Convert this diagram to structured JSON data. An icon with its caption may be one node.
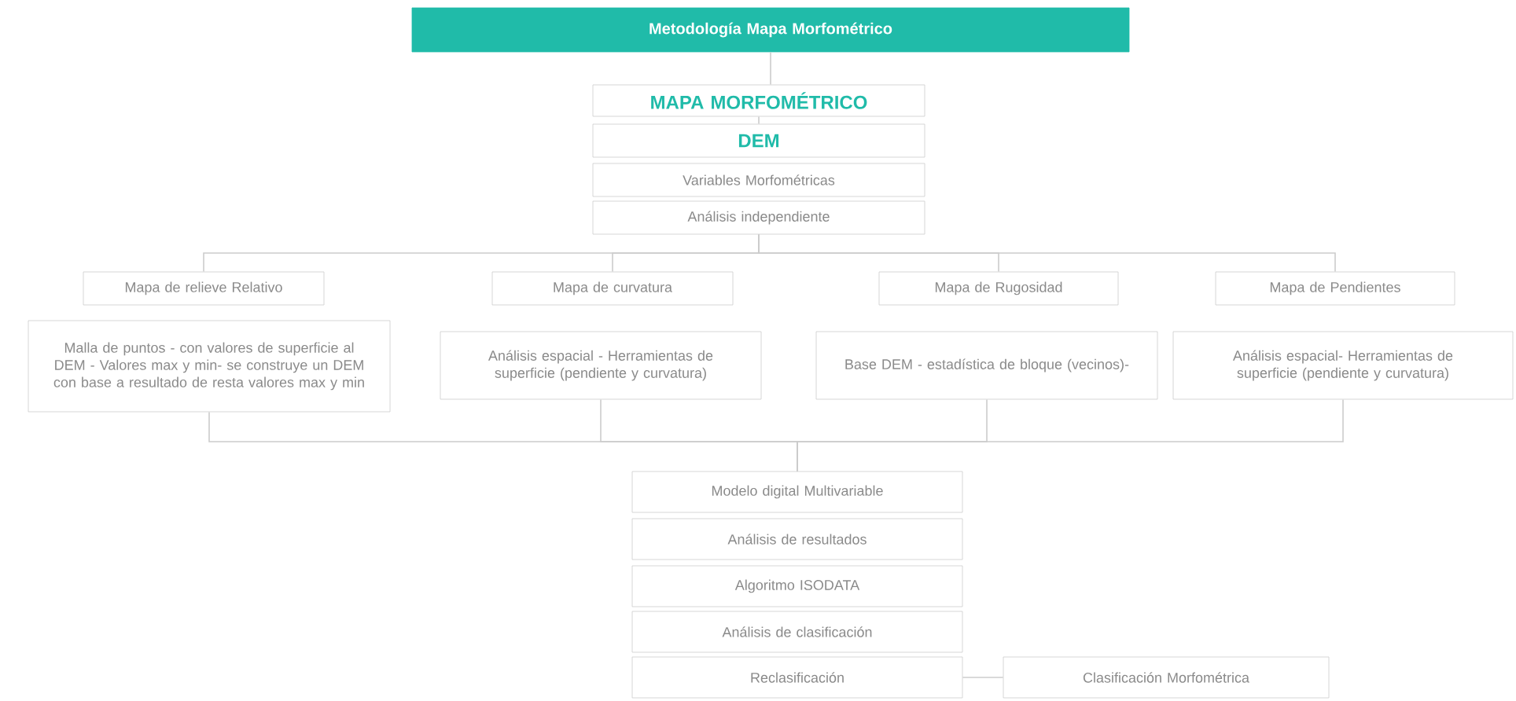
{
  "diagram": {
    "nodes": [
      {
        "text": [
          "Metodología Mapa Morfométrico"
        ]
      },
      {
        "text": [
          "MAPA MORFOMÉTRICO"
        ]
      },
      {
        "text": [
          "DEM"
        ]
      },
      {
        "text": [
          "Variables Morfométricas"
        ]
      },
      {
        "text": [
          "Análisis independiente"
        ]
      },
      {
        "text": [
          "Mapa de relieve Relativo"
        ]
      },
      {
        "text": [
          "Malla de puntos - con valores de superficie al DEM - Valores max y min- se construye un DEM con base a resultado de resta valores max y min"
        ]
      },
      {
        "text": [
          "Mapa de curvatura"
        ]
      },
      {
        "text": [
          "Análisis espacial - Herramientas de superficie (pendiente y curvatura)"
        ]
      },
      {
        "text": [
          "Mapa de Rugosidad"
        ]
      },
      {
        "text": [
          "Base DEM - estadística de bloque (vecinos)-"
        ]
      },
      {
        "text": [
          "Mapa de Pendientes"
        ]
      },
      {
        "text": [
          "Análisis espacial- Herramientas de superficie (pendiente y curvatura)"
        ]
      },
      {
        "text": [
          "Modelo digital Multivariable"
        ]
      },
      {
        "text": [
          "Análisis de resultados"
        ]
      },
      {
        "text": [
          "Algoritmo ISODATA"
        ]
      },
      {
        "text": [
          "Análisis de clasificación"
        ]
      },
      {
        "text": [
          "Reclasificación"
        ]
      },
      {
        "text": [
          "Clasificación Morfométrica"
        ]
      }
    ],
    "edges": [
      {
        "from": 0,
        "to": 1,
        "arrow": "none"
      },
      {
        "from": 1,
        "to": 2,
        "arrow": "none"
      },
      {
        "from": 4,
        "to": 5,
        "arrow": "none"
      },
      {
        "from": 4,
        "to": 7,
        "arrow": "none"
      },
      {
        "from": 4,
        "to": 9,
        "arrow": "none"
      },
      {
        "from": 4,
        "to": 11,
        "arrow": "none"
      },
      {
        "from": 6,
        "to": 13,
        "arrow": "none"
      },
      {
        "from": 8,
        "to": 13,
        "arrow": "none"
      },
      {
        "from": 10,
        "to": 13,
        "arrow": "none"
      },
      {
        "from": 12,
        "to": 13,
        "arrow": "none"
      },
      {
        "from": 17,
        "to": 18,
        "arrow": "none"
      }
    ]
  }
}
